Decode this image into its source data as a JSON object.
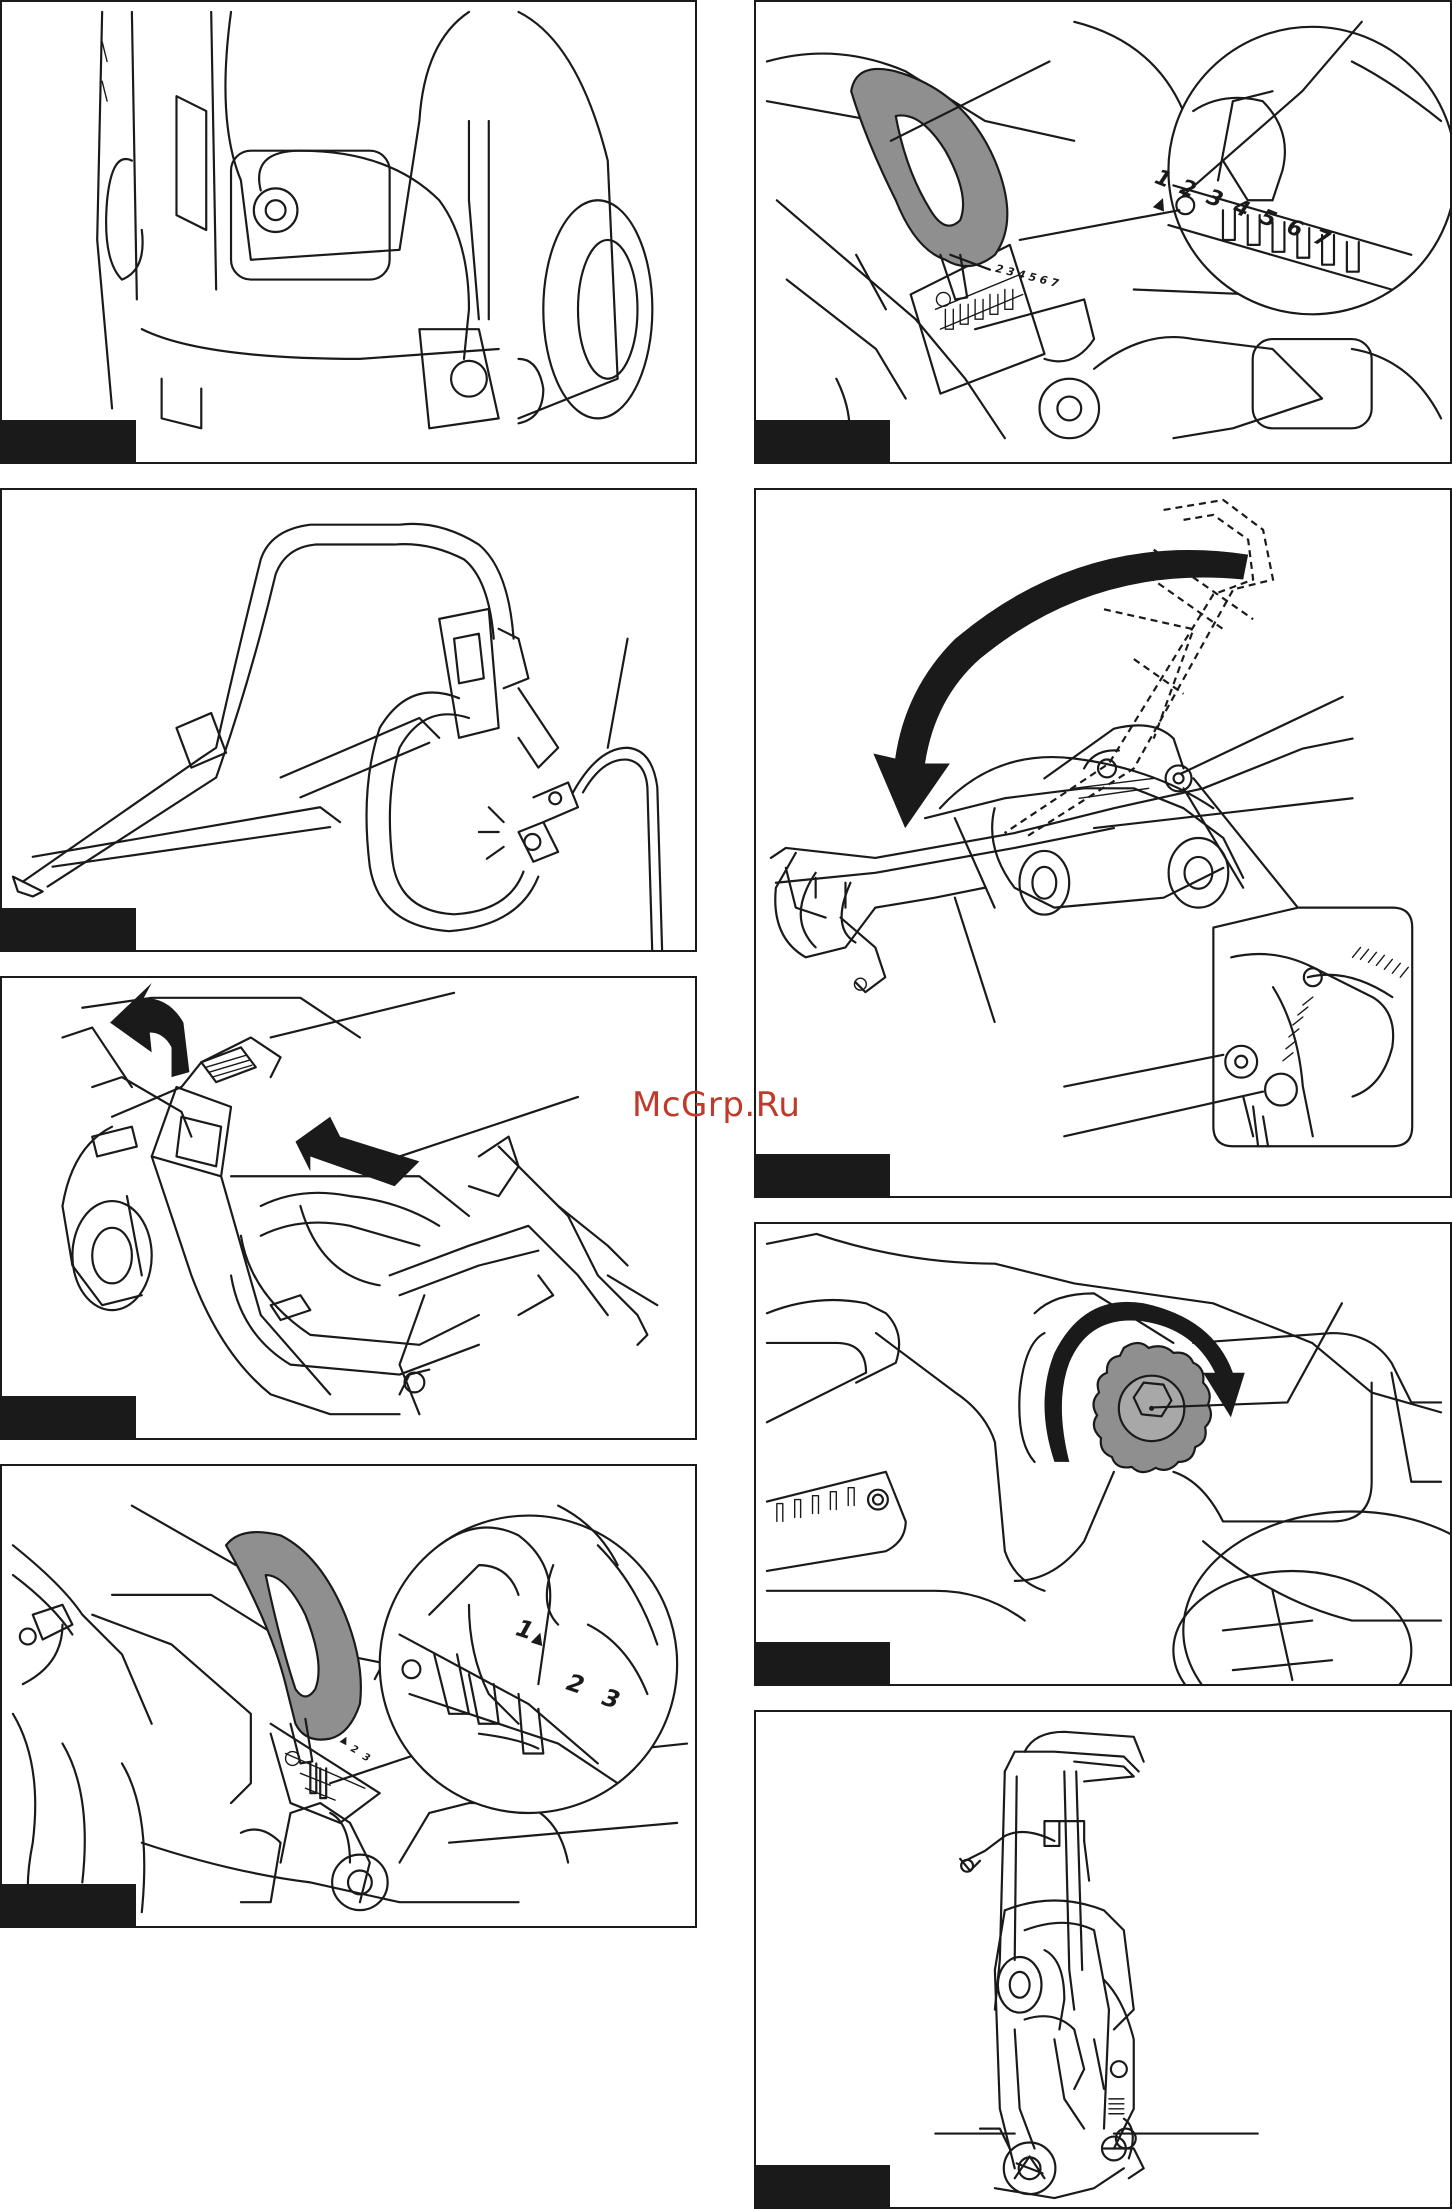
{
  "watermark": {
    "text": "McGrp.Ru"
  },
  "figures": [
    {
      "id": "fig-cable-plug"
    },
    {
      "id": "fig-height-lever-7"
    },
    {
      "id": "fig-cable-connect"
    },
    {
      "id": "fig-handle-fold"
    },
    {
      "id": "fig-grass-box"
    },
    {
      "id": "fig-handle-knob"
    },
    {
      "id": "fig-height-lever-3"
    },
    {
      "id": "fig-vertical-storage"
    }
  ],
  "height_scale_large": {
    "marker": "▲",
    "numbers": [
      "1",
      "2",
      "3",
      "4",
      "5",
      "6",
      "7"
    ]
  },
  "height_scale_small": {
    "marker": "▲",
    "numbers": [
      "1",
      "2",
      "3"
    ]
  },
  "colors": {
    "ink": "#1a1a1a",
    "handle_fill": "#8f8f8f",
    "watermark": "#c0392b",
    "background": "#ffffff"
  }
}
